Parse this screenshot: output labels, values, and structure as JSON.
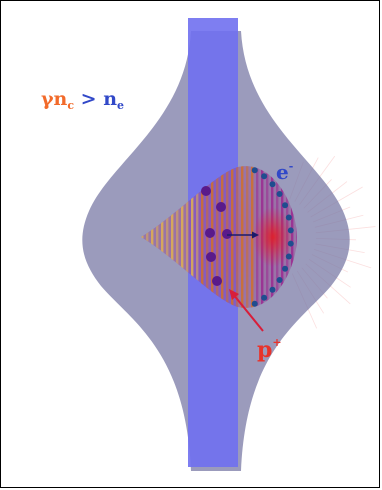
{
  "labels": {
    "condition_lhs": "γn",
    "condition_lhs_sub": "c",
    "condition_op": " > ",
    "condition_rhs": "n",
    "condition_rhs_sub": "e",
    "electron": "e",
    "electron_sup": "-",
    "proton": "p",
    "proton_sup": "+"
  },
  "colors": {
    "envelope": "#7a7aa6",
    "target": "#7070f0",
    "label_orange": "#f26a2a",
    "label_blue": "#3148c8",
    "electron_dots": "#1f4d8f",
    "proton_dots": "#5a1a8a",
    "proton_arrow": "#d81e3a",
    "hot_spot": "#e0202a"
  },
  "electron_count": 14,
  "proton_count": 6
}
